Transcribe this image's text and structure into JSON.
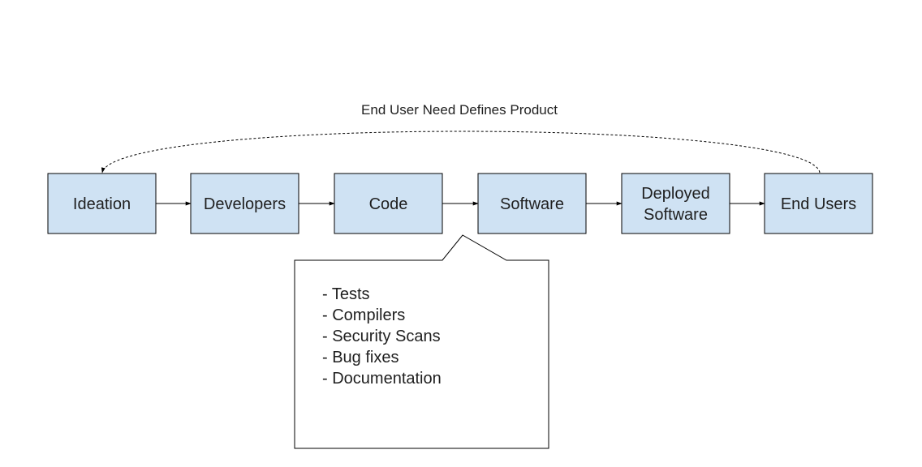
{
  "diagram": {
    "feedback_label": "End User Need Defines Product",
    "nodes": [
      {
        "id": "ideation",
        "lines": [
          "Ideation"
        ]
      },
      {
        "id": "developers",
        "lines": [
          "Developers"
        ]
      },
      {
        "id": "code",
        "lines": [
          "Code"
        ]
      },
      {
        "id": "software",
        "lines": [
          "Software"
        ]
      },
      {
        "id": "deployed-software",
        "lines": [
          "Deployed",
          "Software"
        ]
      },
      {
        "id": "end-users",
        "lines": [
          "End Users"
        ]
      }
    ],
    "callout": {
      "items": [
        "- Tests",
        "- Compilers",
        "- Security Scans",
        "- Bug fixes",
        "- Documentation"
      ]
    },
    "colors": {
      "node_fill": "#cfe2f3",
      "stroke": "#000000"
    }
  }
}
